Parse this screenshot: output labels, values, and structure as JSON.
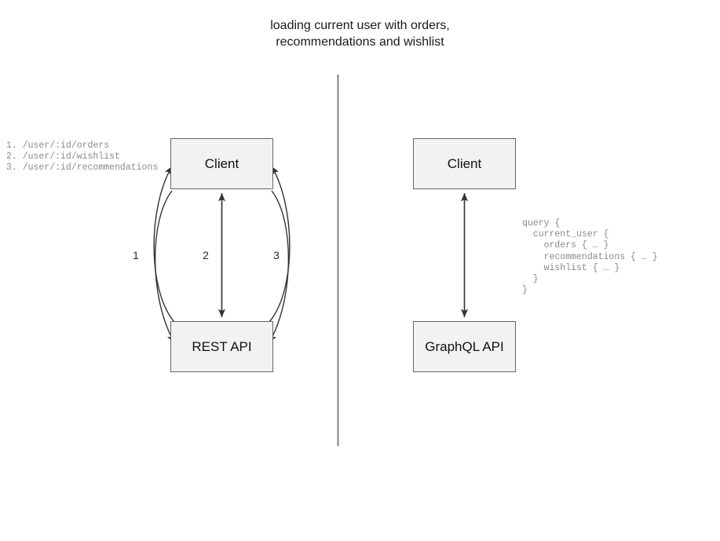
{
  "title": "loading current user with orders,\nrecommendations and wishlist",
  "colors": {
    "box_fill": "#f2f2f2",
    "box_border": "#666666",
    "text": "#111111",
    "code_text": "#8a8a8a",
    "arrow": "#333333",
    "divider": "#666666"
  },
  "rest_panel": {
    "client_box_label": "Client",
    "api_box_label": "REST API",
    "endpoint_list": "1. /user/:id/orders\n2. /user/:id/wishlist\n3. /user/:id/recommendations",
    "edge_labels": [
      "1",
      "2",
      "3"
    ]
  },
  "graphql_panel": {
    "client_box_label": "Client",
    "api_box_label": "GraphQL API",
    "query": "query {\n  current_user {\n    orders { … }\n    recommendations { … }\n    wishlist { … }\n  }\n}"
  },
  "divider": {
    "name": "vertical-divider"
  }
}
